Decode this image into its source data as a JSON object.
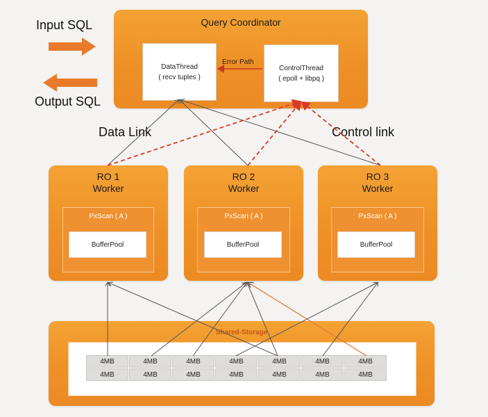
{
  "labels": {
    "input_sql": "Input SQL",
    "output_sql": "Output SQL",
    "data_link": "Data Link",
    "control_link": "Control link"
  },
  "coordinator": {
    "title": "Query Coordinator",
    "data_thread": {
      "line1": "DataThread",
      "line2": "( recv tuples )"
    },
    "control_thread": {
      "line1": "ControlThread",
      "line2": "( epoll + libpq )"
    },
    "error_path": "Error Path"
  },
  "workers": [
    {
      "line1": "RO 1",
      "line2": "Worker",
      "pxscan": "PxScan ( A )",
      "buffer": "BufferPool"
    },
    {
      "line1": "RO 2",
      "line2": "Worker",
      "pxscan": "PxScan ( A )",
      "buffer": "BufferPool"
    },
    {
      "line1": "RO 3",
      "line2": "Worker",
      "pxscan": "PxScan ( A )",
      "buffer": "BufferPool"
    }
  ],
  "storage": {
    "title": "Shared-Storage",
    "rows": [
      [
        "4MB",
        "4MB",
        "4MB",
        "4MB",
        "4MB",
        "4MB",
        "4MB"
      ],
      [
        "4MB",
        "4MB",
        "4MB",
        "4MB",
        "4MB",
        "4MB",
        "4MB"
      ]
    ]
  },
  "colors": {
    "orange": "#ee8f26",
    "arrow": "#e97a2b",
    "dashed_red": "#d93a2b",
    "error_arrow": "#c73a20",
    "link_gray": "#555555",
    "highlight_link": "#e07a3a"
  }
}
